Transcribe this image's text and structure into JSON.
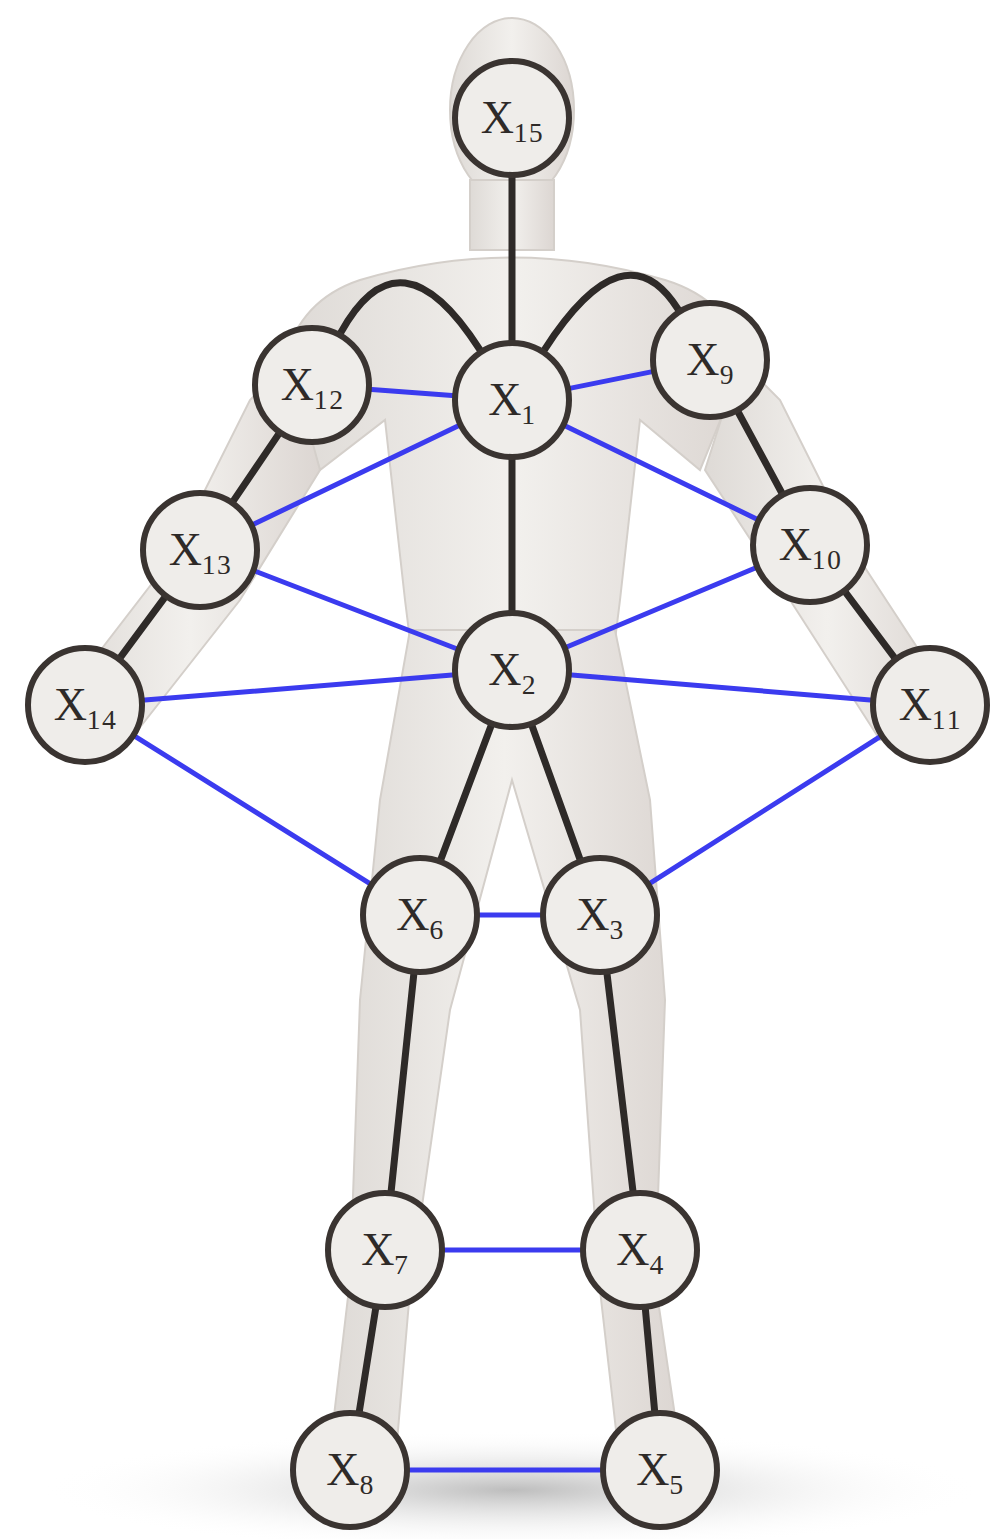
{
  "diagram": {
    "nodes": [
      {
        "text": [
          "X₁₅"
        ]
      },
      {
        "text": [
          "X₁₂"
        ]
      },
      {
        "text": [
          "X₁"
        ]
      },
      {
        "text": [
          "X₉"
        ]
      },
      {
        "text": [
          "X₁₃"
        ]
      },
      {
        "text": [
          "X₁₀"
        ]
      },
      {
        "text": [
          "X₁₄"
        ]
      },
      {
        "text": [
          "X₂"
        ]
      },
      {
        "text": [
          "X₁₁"
        ]
      },
      {
        "text": [
          "X₆"
        ]
      },
      {
        "text": [
          "X₃"
        ]
      },
      {
        "text": [
          "X₇"
        ]
      },
      {
        "text": [
          "X₄"
        ]
      },
      {
        "text": [
          "X₈"
        ]
      },
      {
        "text": [
          "X₅"
        ]
      }
    ],
    "edges": [
      {
        "from": 0,
        "to": 2,
        "arrow": "none"
      },
      {
        "from": 2,
        "to": 1,
        "arrow": "none"
      },
      {
        "from": 2,
        "to": 3,
        "arrow": "none"
      },
      {
        "from": 1,
        "to": 4,
        "arrow": "none"
      },
      {
        "from": 4,
        "to": 6,
        "arrow": "none"
      },
      {
        "from": 3,
        "to": 5,
        "arrow": "none"
      },
      {
        "from": 5,
        "to": 8,
        "arrow": "none"
      },
      {
        "from": 2,
        "to": 7,
        "arrow": "none"
      },
      {
        "from": 7,
        "to": 9,
        "arrow": "none"
      },
      {
        "from": 7,
        "to": 10,
        "arrow": "none"
      },
      {
        "from": 9,
        "to": 11,
        "arrow": "none"
      },
      {
        "from": 11,
        "to": 13,
        "arrow": "none"
      },
      {
        "from": 10,
        "to": 12,
        "arrow": "none"
      },
      {
        "from": 12,
        "to": 14,
        "arrow": "none"
      },
      {
        "from": 1,
        "to": 2,
        "arrow": "none"
      },
      {
        "from": 2,
        "to": 3,
        "arrow": "none"
      },
      {
        "from": 2,
        "to": 4,
        "arrow": "none"
      },
      {
        "from": 2,
        "to": 5,
        "arrow": "none"
      },
      {
        "from": 4,
        "to": 7,
        "arrow": "none"
      },
      {
        "from": 5,
        "to": 7,
        "arrow": "none"
      },
      {
        "from": 7,
        "to": 6,
        "arrow": "none"
      },
      {
        "from": 7,
        "to": 8,
        "arrow": "none"
      },
      {
        "from": 6,
        "to": 9,
        "arrow": "none"
      },
      {
        "from": 8,
        "to": 10,
        "arrow": "none"
      },
      {
        "from": 9,
        "to": 10,
        "arrow": "none"
      },
      {
        "from": 11,
        "to": 12,
        "arrow": "none"
      },
      {
        "from": 13,
        "to": 14,
        "arrow": "none"
      }
    ]
  }
}
